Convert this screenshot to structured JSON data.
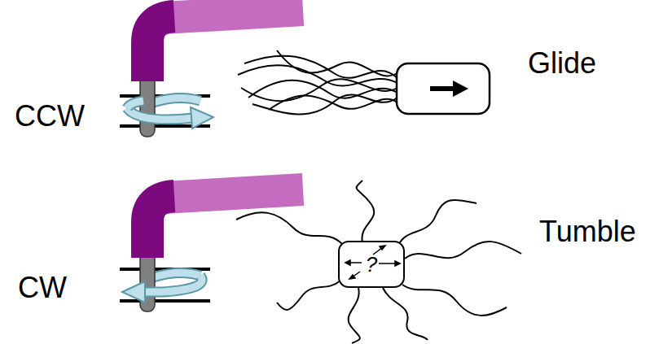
{
  "diagram": {
    "nodes": [
      {
        "text": [
          "?"
        ]
      }
    ],
    "labels": [
      "CCW",
      "Glide",
      "CW",
      "Tumble"
    ]
  }
}
